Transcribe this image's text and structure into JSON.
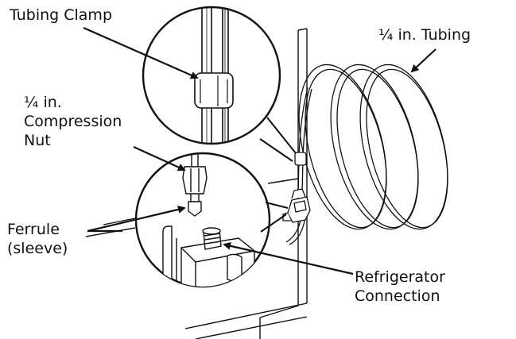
{
  "labels": {
    "tubing_clamp": "Tubing Clamp",
    "tubing": "¼ in. Tubing",
    "compression_nut": [
      "¼ in.",
      "Compression",
      "Nut"
    ],
    "ferrule": [
      "Ferrule",
      "(sleeve)"
    ],
    "refrigerator_connection": [
      "Refrigerator",
      "Connection"
    ]
  },
  "colors": {
    "line": "#111111",
    "background": "#ffffff"
  }
}
